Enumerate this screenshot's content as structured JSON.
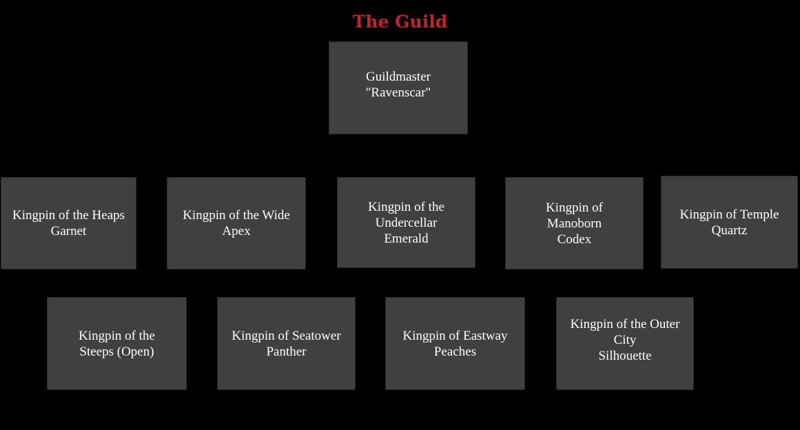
{
  "title": "The Guild",
  "root": {
    "line1": "Guildmaster",
    "line2": "\"Ravenscar\""
  },
  "row1": [
    {
      "line1": "Kingpin of the Heaps",
      "line2": "Garnet"
    },
    {
      "line1": "Kingpin of the Wide",
      "line2": "Apex"
    },
    {
      "line1": "Kingpin of the",
      "line2": "Undercellar",
      "line3": "Emerald"
    },
    {
      "line1": "Kingpin of",
      "line2": "Manoborn",
      "line3": "Codex"
    },
    {
      "line1": "Kingpin of Temple",
      "line2": "Quartz"
    }
  ],
  "row2": [
    {
      "line1": "Kingpin of the",
      "line2": "Steeps (Open)"
    },
    {
      "line1": "Kingpin of Seatower",
      "line2": "Panther"
    },
    {
      "line1": "Kingpin of Eastway",
      "line2": "Peaches"
    },
    {
      "line1": "Kingpin of the Outer",
      "line2": "City",
      "line3": "Silhouette"
    }
  ],
  "colors": {
    "background": "#000000",
    "box": "#404040",
    "text": "#ffffff",
    "title": "#c8232a"
  }
}
